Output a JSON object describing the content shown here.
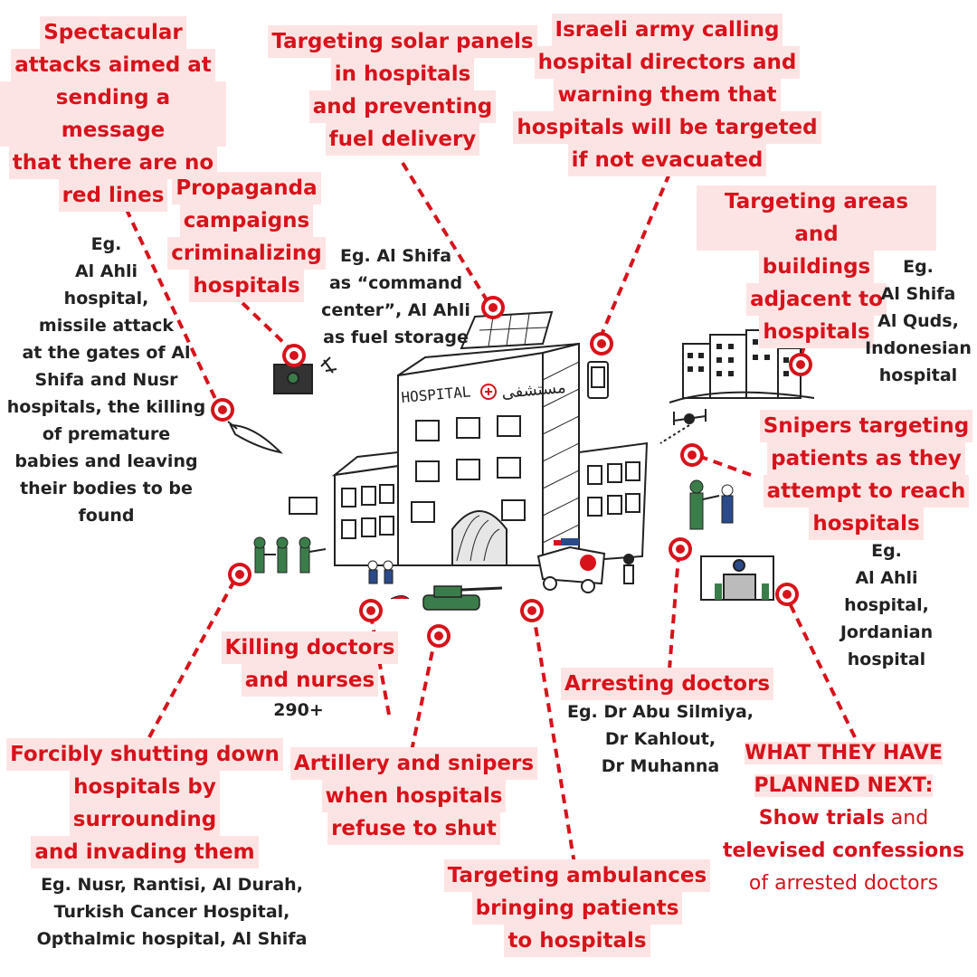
{
  "colors": {
    "accent": "#d8121b",
    "highlight": "#fde4e4",
    "text": "#222222",
    "figure_green": "#3b7d4a"
  },
  "labels": {
    "spectacular": [
      "Spectacular",
      "attacks aimed at",
      "sending a message",
      "that there are no",
      "red lines"
    ],
    "solar": [
      "Targeting solar panels",
      "in hospitals",
      "and preventing",
      "fuel delivery"
    ],
    "army_calling": [
      "Israeli army calling",
      "hospital directors and",
      "warning them that",
      "hospitals will be targeted",
      "if not evacuated"
    ],
    "propaganda": [
      "Propaganda",
      "campaigns",
      "criminalizing",
      "hospitals"
    ],
    "adjacent": [
      "Targeting areas and",
      "buildings",
      "adjacent to",
      "hospitals"
    ],
    "snipers_patients": [
      "Snipers targeting",
      "patients as they",
      "attempt to reach",
      "hospitals"
    ],
    "killing": [
      "Killing doctors",
      "and nurses"
    ],
    "arresting": [
      "Arresting doctors"
    ],
    "shutting": [
      "Forcibly shutting down",
      "hospitals by",
      "surrounding",
      "and invading them"
    ],
    "artillery": [
      "Artillery and snipers",
      "when hospitals",
      "refuse to shut"
    ],
    "ambulances": [
      "Targeting ambulances",
      "bringing patients",
      "to hospitals"
    ]
  },
  "examples": {
    "al_ahli_attack": [
      "Eg.",
      "Al Ahli",
      "hospital,",
      "missile attack",
      "at the gates of Al",
      "Shifa and Nusr",
      "hospitals, the killing",
      "of premature",
      "babies and leaving",
      "their bodies to be",
      "found"
    ],
    "command_center": [
      "Eg. Al Shifa",
      "as “command",
      "center”, Al Ahli",
      "as fuel storage"
    ],
    "adjacent_eg": [
      "Eg.",
      "Al Shifa",
      "Al Quds,",
      "Indonesian",
      "hospital"
    ],
    "snipers_eg": [
      "Eg.",
      "Al Ahli",
      "hospital,",
      "Jordanian",
      "hospital"
    ],
    "killing_count": [
      "290+"
    ],
    "arresting_eg": [
      "Eg. Dr Abu Silmiya,",
      "Dr Kahlout,",
      "Dr Muhanna"
    ],
    "shutting_eg": [
      "Eg. Nusr, Rantisi, Al Durah,",
      "Turkish Cancer Hospital,",
      "Opthalmic hospital, Al Shifa"
    ]
  },
  "planned": {
    "heading1": "WHAT THEY HAVE",
    "heading2": "PLANNED NEXT:",
    "line3_bold": "Show trials",
    "line3_normal": " and",
    "line4_bold": "televised confessions",
    "line5_normal": "of arrested doctors"
  },
  "drawing": {
    "hospital_sign": "HOSPITAL",
    "hospital_sign_ar": "مستشفى"
  }
}
